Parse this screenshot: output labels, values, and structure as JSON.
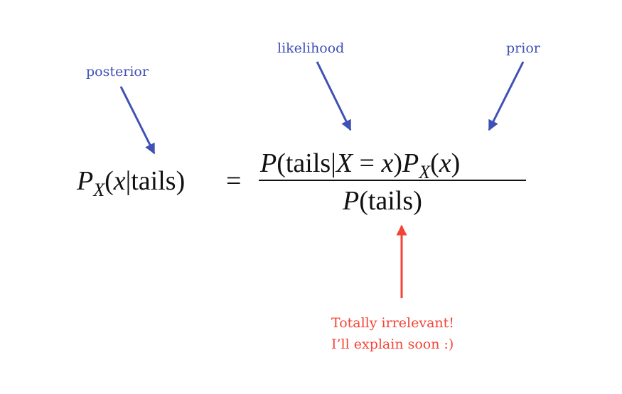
{
  "annotations": {
    "posterior": "posterior",
    "likelihood": "likelihood",
    "prior": "prior",
    "note_line1": "Totally irrelevant!",
    "note_line2": "I’ll explain soon :)"
  },
  "equation": {
    "lhs": {
      "P": "P",
      "sub": "X",
      "open": "(",
      "x": "x",
      "bar": "|",
      "word": "tails",
      "close": ")"
    },
    "equals": "=",
    "numerator": {
      "P1": "P",
      "open1": "(",
      "word": "tails",
      "bar": "|",
      "X": "X",
      "eq": " = ",
      "x1": "x",
      "close1": ")",
      "P2": "P",
      "sub": "X",
      "open2": "(",
      "x2": "x",
      "close2": ")"
    },
    "denominator": {
      "P": "P",
      "open": "(",
      "word": "tails",
      "close": ")"
    }
  },
  "colors": {
    "annotation_blue": "#3f51b5",
    "annotation_red": "#f44336",
    "equation": "#111111"
  }
}
